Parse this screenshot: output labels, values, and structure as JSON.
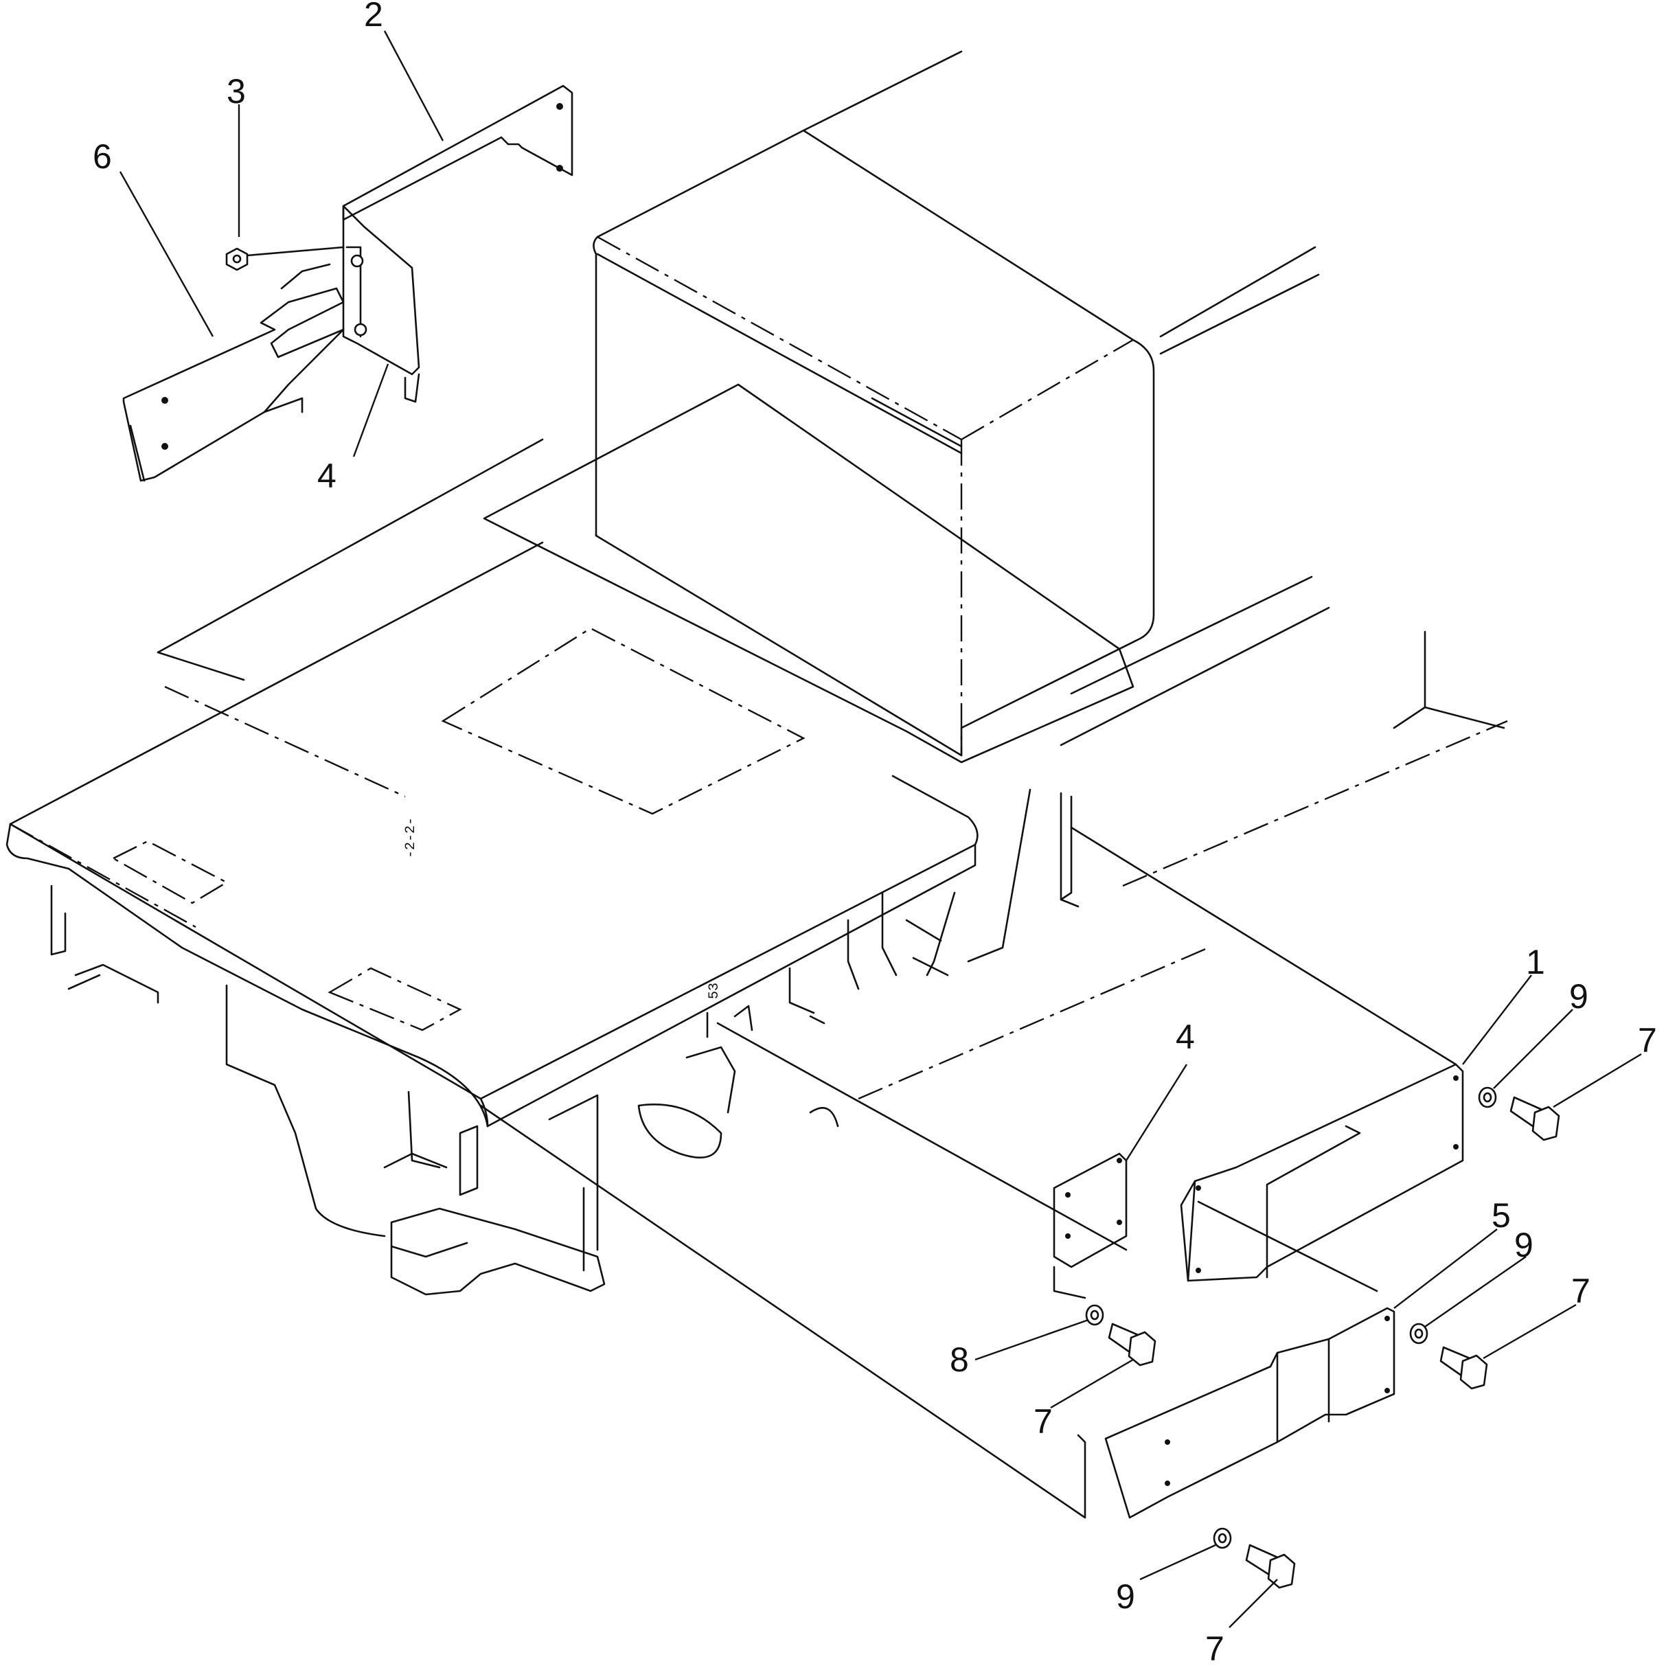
{
  "callouts": [
    {
      "key": "c2",
      "label": "2"
    },
    {
      "key": "c3",
      "label": "3"
    },
    {
      "key": "c6",
      "label": "6"
    },
    {
      "key": "c4a",
      "label": "4"
    },
    {
      "key": "c1",
      "label": "1"
    },
    {
      "key": "c9a",
      "label": "9"
    },
    {
      "key": "c7a",
      "label": "7"
    },
    {
      "key": "c4b",
      "label": "4"
    },
    {
      "key": "c5",
      "label": "5"
    },
    {
      "key": "c9b",
      "label": "9"
    },
    {
      "key": "c7b",
      "label": "7"
    },
    {
      "key": "c8",
      "label": "8"
    },
    {
      "key": "c7c",
      "label": "7"
    },
    {
      "key": "c9c",
      "label": "9"
    },
    {
      "key": "c7d",
      "label": "7"
    }
  ],
  "marks": {
    "center_mark": "-2-2-",
    "small_mark": "53"
  }
}
